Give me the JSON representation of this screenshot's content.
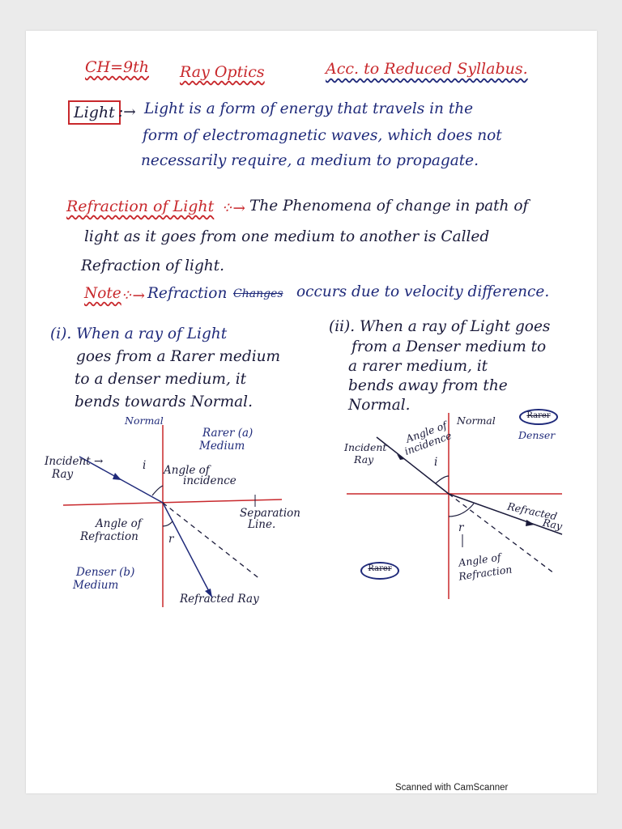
{
  "header": {
    "chapter": "CH=9th",
    "title": "Ray Optics",
    "syllabus": "Acc. to Reduced Syllabus."
  },
  "light": {
    "label": "Light",
    "arrow": ":→",
    "lines": [
      "Light is a form of energy that travels in the",
      "form of electromagnetic waves, which does not",
      "necessarily require, a medium to propagate."
    ]
  },
  "refraction": {
    "label": "Refraction of Light",
    "arrow": "⁘→",
    "lines": [
      "The Phenomena of change in path of",
      "light as it goes from one medium to another is Called",
      "Refraction of light."
    ],
    "note_label": "Note",
    "note_arrow": "⁘→",
    "note_pre": "Refraction",
    "note_struck": "Changes",
    "note_post": "occurs due to velocity difference."
  },
  "case1": {
    "lines": [
      "(i). When a ray of Light",
      "goes from a Rarer medium",
      "to a denser medium, it",
      "bends towards Normal."
    ],
    "diagram": {
      "normal": "Normal",
      "rarer": "Rarer (a)",
      "rarer2": "Medium",
      "incident": "Incident →",
      "incident2": "Ray",
      "i_symbol": "i",
      "angle_inc": "Angle of",
      "angle_inc2": "incidence",
      "separation": "Separation",
      "separation2": "Line.",
      "angle_ref": "Angle of",
      "angle_ref2": "Refraction",
      "r_symbol": "r",
      "denser": "Denser (b)",
      "denser2": "Medium",
      "refracted": "Refracted Ray"
    }
  },
  "case2": {
    "lines": [
      "(ii). When a ray of Light goes",
      "from a Denser medium to",
      "a rarer medium, it",
      "bends away from the",
      "Normal."
    ],
    "diagram": {
      "normal": "Normal",
      "rarer_oval": "Rarer",
      "denser": "Denser",
      "incident": "Incident",
      "incident2": "Ray",
      "angle_inc": "Angle of",
      "angle_inc2": "incidence",
      "i_symbol": "i",
      "refracted": "Refracted",
      "refracted2": "Ray",
      "r_symbol": "r",
      "angle_ref": "Angle of",
      "angle_ref2": "Refraction",
      "rarer_bottom": "Rarer"
    }
  },
  "footer": {
    "scanner": "Scanned with CamScanner"
  }
}
